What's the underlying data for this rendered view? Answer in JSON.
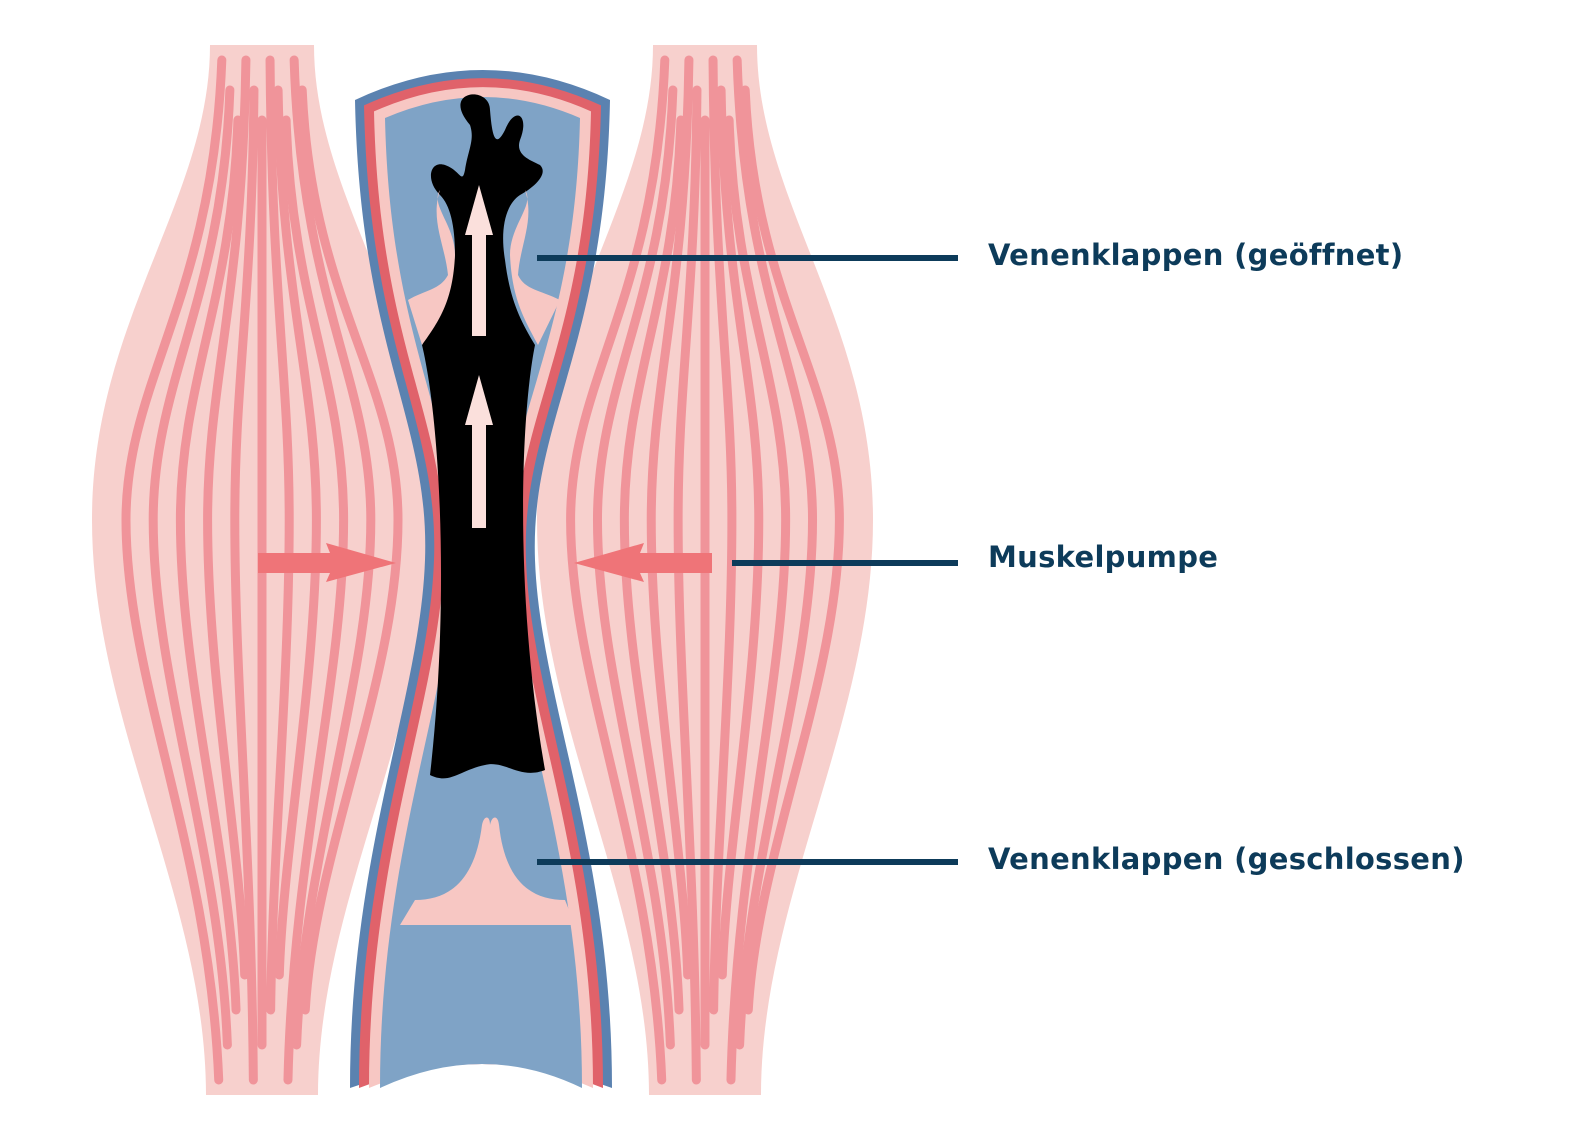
{
  "labels": {
    "valves_open": "Venenklappen (geöffnet)",
    "muscle_pump": "Muskelpumpe",
    "valves_closed": "Venenklappen (geschlossen)"
  },
  "colors": {
    "muscle": "#f7d0cd",
    "muscle_fiber": "#f0949a",
    "vein_outer": "#5b82b0",
    "vein_wall": "#e0626a",
    "vein_inner": "#f7c7c3",
    "lumen": "#7fa3c6",
    "blood": "#cc2a33",
    "pressure_arrow": "#ef7478",
    "flow_arrow": "#fbe0dc",
    "leader_line": "#0d3b5a"
  }
}
